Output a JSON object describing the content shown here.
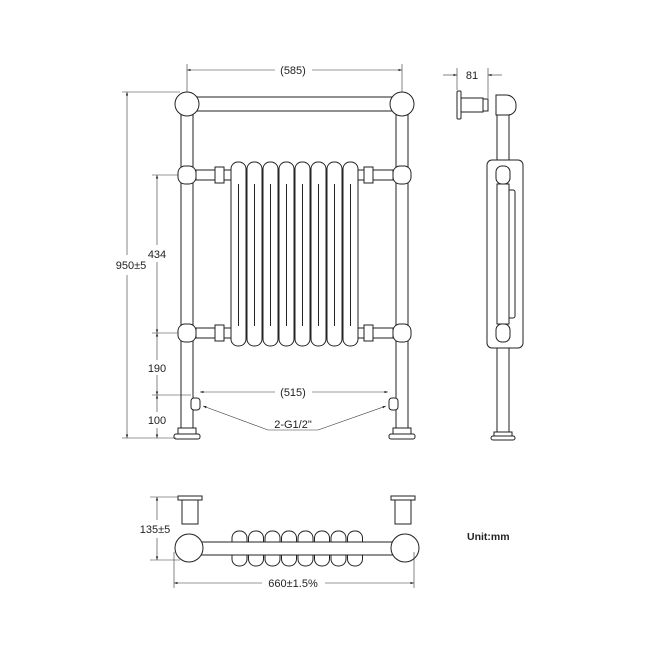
{
  "dimensions": {
    "rail_width": "(585)",
    "height": "950±5",
    "column_height": "434",
    "bottom_connection": "190",
    "valve_height": "100",
    "valve_spacing": "(515)",
    "valve_thread": "2-G1/2\"",
    "wall_depth": "81",
    "plan_depth": "135±5",
    "overall_width": "660±1.5%"
  },
  "unit_label": "Unit:mm"
}
